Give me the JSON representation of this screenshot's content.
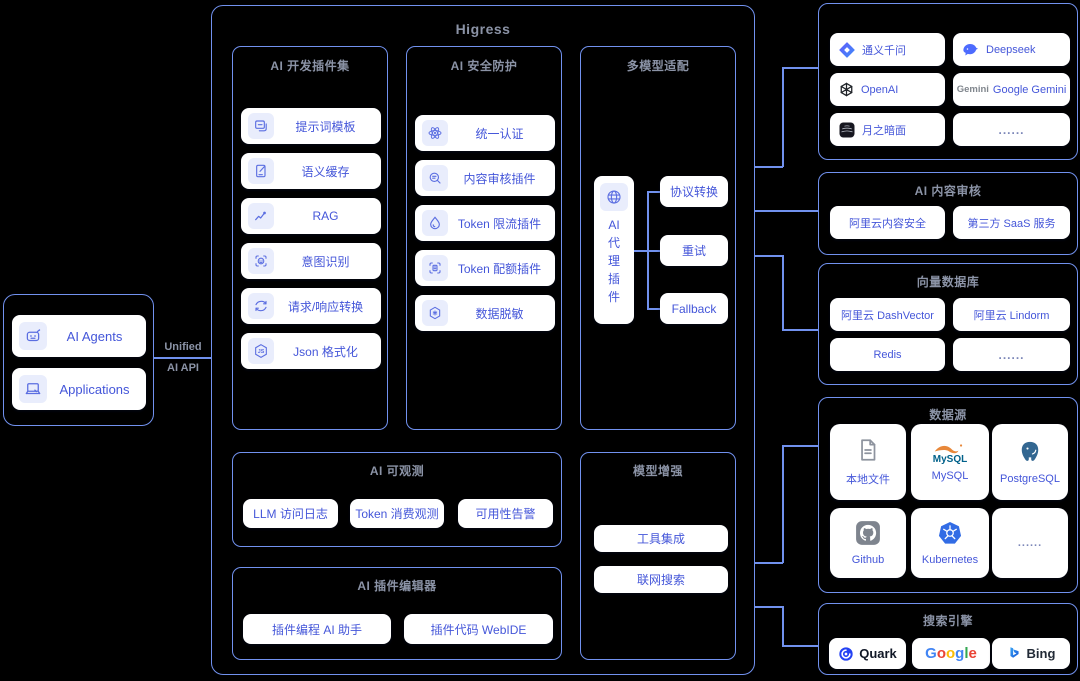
{
  "canvas": {
    "background": "#000000"
  },
  "colors": {
    "box_border": "#7191ee",
    "card_text": "#4456d9",
    "section_header": "#8b93a6",
    "icon_accent": "#5b6ee1",
    "icon_chip_bg": "#e9edfc",
    "google_blue": "#4285F4",
    "google_red": "#EA4335",
    "google_yellow": "#FBBC05",
    "google_green": "#34A853",
    "kubernetes_blue": "#326ce5",
    "postgres_blue": "#336791",
    "mysql_blue": "#00618a",
    "mysql_orange": "#e8883a",
    "deepseek_blue": "#4d6bfe",
    "bing_blue": "#1b7ee0",
    "quark_blue": "#2442f4",
    "github_gray": "#7e848e"
  },
  "left": {
    "items": [
      {
        "icon": "robot-icon",
        "label": "AI Agents"
      },
      {
        "icon": "laptop-icon",
        "label": "Applications"
      }
    ]
  },
  "link": {
    "line1": "Unified",
    "line2": "AI API"
  },
  "main": {
    "title": "Higress",
    "dev_plugins": {
      "title": "AI 开发插件集",
      "items": [
        {
          "icon": "prompt-template-icon",
          "label": "提示词模板"
        },
        {
          "icon": "semantic-cache-icon",
          "label": "语义缓存"
        },
        {
          "icon": "rag-icon",
          "label": "RAG"
        },
        {
          "icon": "intent-recognition-icon",
          "label": "意图识别"
        },
        {
          "icon": "request-response-transform-icon",
          "label": "请求/响应转换"
        },
        {
          "icon": "json-format-icon",
          "label": "Json 格式化"
        }
      ]
    },
    "security": {
      "title": "AI 安全防护",
      "items": [
        {
          "icon": "unified-auth-icon",
          "label": "统一认证"
        },
        {
          "icon": "content-review-icon",
          "label": "内容审核插件"
        },
        {
          "icon": "token-rate-limit-icon",
          "label": "Token 限流插件"
        },
        {
          "icon": "token-quota-icon",
          "label": "Token 配额插件"
        },
        {
          "icon": "data-masking-icon",
          "label": "数据脱敏"
        }
      ]
    },
    "multi_model": {
      "title": "多模型适配",
      "proxy": {
        "icon": "globe-icon",
        "label": "AI 代理插件"
      },
      "items": [
        "协议转换",
        "重试",
        "Fallback"
      ]
    },
    "observability": {
      "title": "AI 可观测",
      "items": [
        "LLM 访问日志",
        "Token 消费观测",
        "可用性告警"
      ]
    },
    "plugin_editor": {
      "title": "AI 插件编辑器",
      "items": [
        "插件编程 AI 助手",
        "插件代码 WebIDE"
      ]
    },
    "model_enhance": {
      "title": "模型增强",
      "items": [
        "工具集成",
        "联网搜索"
      ]
    }
  },
  "right": {
    "providers": {
      "items": [
        {
          "icon": "tongyi-icon",
          "label": "通义千问"
        },
        {
          "icon": "deepseek-icon",
          "label": "Deepseek"
        },
        {
          "icon": "openai-icon",
          "label": "OpenAI"
        },
        {
          "icon": "gemini-icon",
          "logo_text": "Gemini",
          "label": "Google Gemini"
        },
        {
          "icon": "moonshot-icon",
          "label": "月之暗面"
        },
        {
          "label": "......"
        }
      ]
    },
    "content_review": {
      "title": "AI 内容审核",
      "items": [
        "阿里云内容安全",
        "第三方 SaaS 服务"
      ]
    },
    "vector_db": {
      "title": "向量数据库",
      "items": [
        "阿里云 DashVector",
        "阿里云 Lindorm",
        "Redis",
        "......"
      ]
    },
    "data_sources": {
      "title": "数据源",
      "items": [
        {
          "icon": "local-file-icon",
          "label": "本地文件"
        },
        {
          "icon": "mysql-icon",
          "logo_text": "MySQL",
          "label": "MySQL"
        },
        {
          "icon": "postgresql-icon",
          "label": "PostgreSQL"
        },
        {
          "icon": "github-icon",
          "label": "Github"
        },
        {
          "icon": "kubernetes-icon",
          "label": "Kubernetes"
        },
        {
          "label": "......"
        }
      ]
    },
    "search_engines": {
      "title": "搜索引擎",
      "items": [
        {
          "icon": "quark-icon",
          "label": "Quark"
        },
        {
          "icon": "google-icon",
          "label": "Google",
          "letters": [
            "G",
            "o",
            "o",
            "g",
            "l",
            "e"
          ]
        },
        {
          "icon": "bing-icon",
          "label": "Bing"
        }
      ]
    }
  }
}
